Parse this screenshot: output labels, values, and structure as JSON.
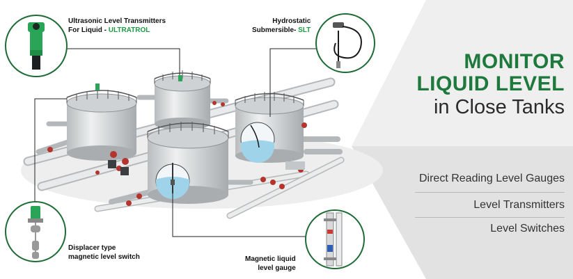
{
  "headline": {
    "line1": "MONITOR",
    "line2": "LIQUID LEVEL",
    "line3": "in Close Tanks"
  },
  "menu": {
    "items": [
      {
        "label": "Direct Reading Level Gauges"
      },
      {
        "label": "Level Transmitters"
      },
      {
        "label": "Level Switches"
      }
    ]
  },
  "callouts": {
    "ultrasonic": {
      "line1": "Ultrasonic Level Transmitters",
      "line2_prefix": "For Liquid - ",
      "line2_accent": "ULTRATROL"
    },
    "hydrostatic": {
      "line1": "Hydrostatic",
      "line2_prefix": "Submersible- ",
      "line2_accent": "SLT"
    },
    "displacer": {
      "line1": "Displacer type",
      "line2": "magnetic level switch"
    },
    "magnetic": {
      "line1": "Magnetic liquid",
      "line2": "level gauge"
    }
  },
  "colors": {
    "brand_green": "#1e7a3c",
    "accent_green": "#1e9a45",
    "circle_border": "#1e6b36",
    "panel_light": "#efefef",
    "panel_dark": "#dcdcdc",
    "tank_body": "#d9dbdc",
    "pipe": "#e3e5e6",
    "valve_red": "#b3352d",
    "water": "#9fd3ea"
  },
  "icons": {
    "ultrasonic": "ultrasonic-transmitter-icon",
    "hydrostatic": "submersible-sensor-icon",
    "displacer": "displacer-switch-icon",
    "magnetic": "magnetic-gauge-icon"
  }
}
